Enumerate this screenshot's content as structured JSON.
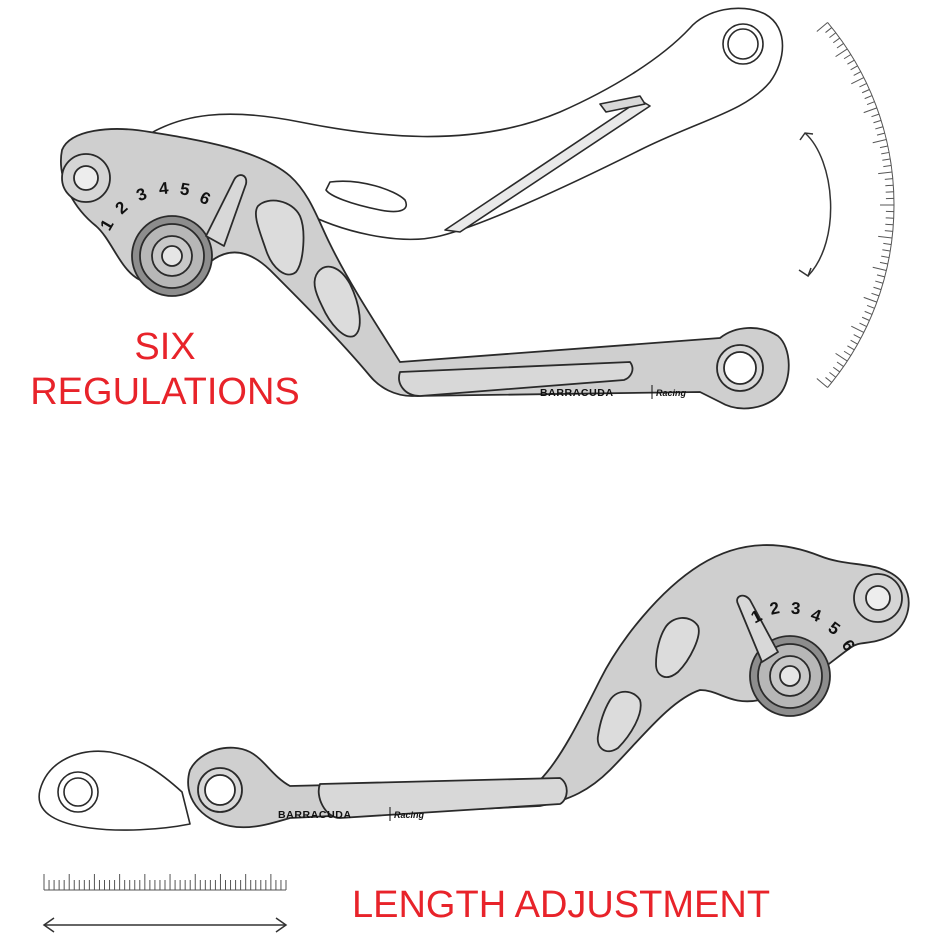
{
  "captions": {
    "six_line1": "SIX",
    "six_line2": "REGULATIONS",
    "length": "LENGTH ADJUSTMENT"
  },
  "brand": {
    "name": "BARRACUDA",
    "sub": "Racing"
  },
  "dial_positions": [
    "1",
    "2",
    "3",
    "4",
    "5",
    "6"
  ],
  "colors": {
    "caption": "#e8232a",
    "lever_fill": "#cfcfcf",
    "outline": "#2a2a2a",
    "background": "#ffffff"
  },
  "icons": {
    "rotation": "curved-double-arrow-icon",
    "length": "horizontal-double-arrow-icon"
  }
}
